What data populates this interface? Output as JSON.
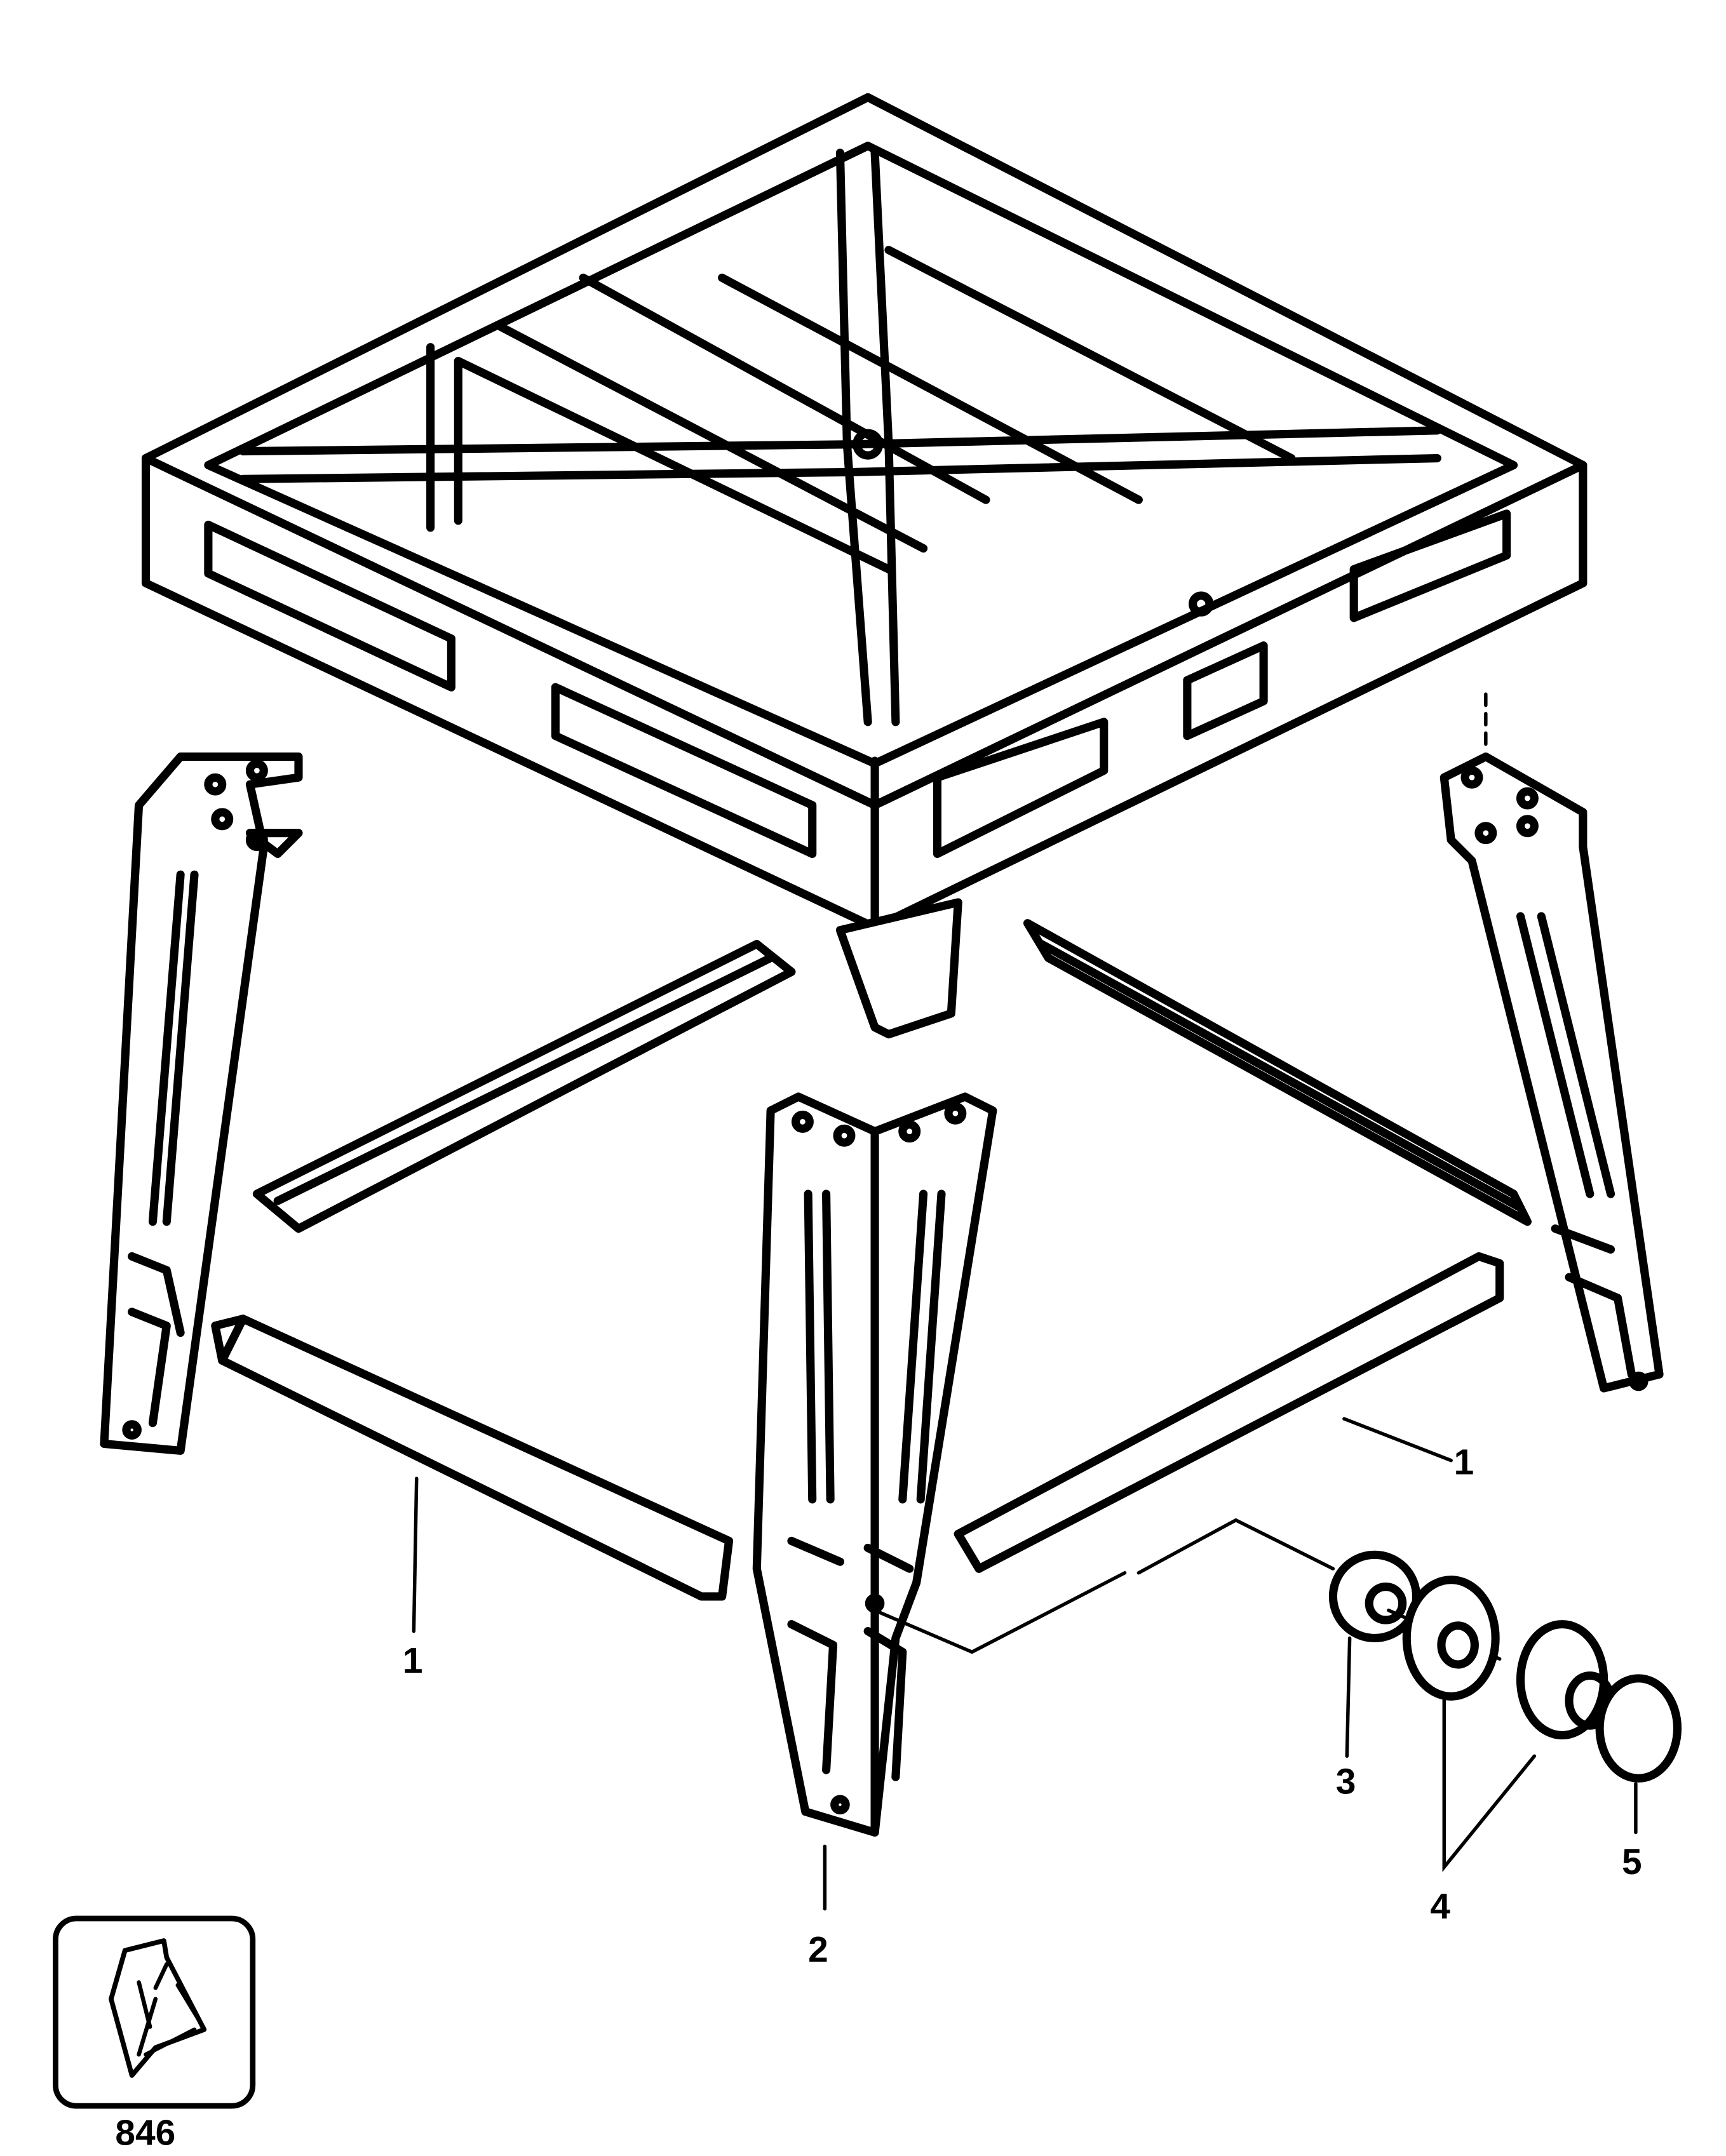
{
  "diagram": {
    "type": "exploded-parts-view",
    "subject": "table saw stand",
    "callouts": [
      {
        "id": "1a",
        "label": "1",
        "part": "cross-brace (front left)"
      },
      {
        "id": "1b",
        "label": "1",
        "part": "cross-brace (front right)"
      },
      {
        "id": "2",
        "label": "2",
        "part": "leg"
      },
      {
        "id": "3",
        "label": "3",
        "part": "nut"
      },
      {
        "id": "4",
        "label": "4",
        "part": "washer"
      },
      {
        "id": "5",
        "label": "5",
        "part": "bolt"
      }
    ],
    "kit": {
      "icon": "parts-bag-icon",
      "code": "846"
    },
    "colors": {
      "line": "#000000",
      "background": "#ffffff"
    }
  }
}
